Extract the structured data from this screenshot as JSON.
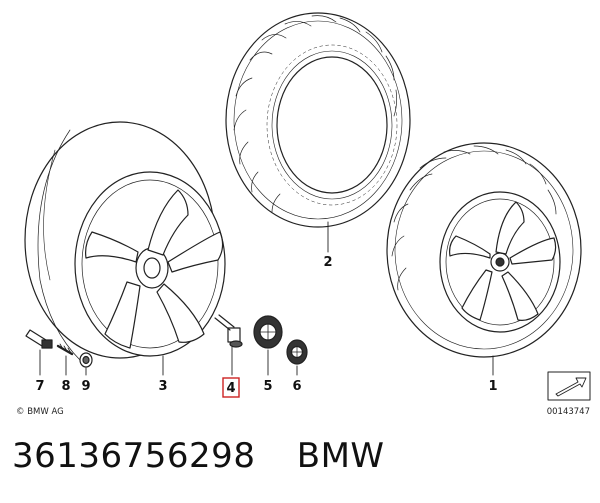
{
  "diagram": {
    "copyright": "© BMW AG",
    "drawing_number": "00143747",
    "callouts": [
      {
        "id": "1",
        "label": "1"
      },
      {
        "id": "2",
        "label": "2"
      },
      {
        "id": "3",
        "label": "3"
      },
      {
        "id": "4",
        "label": "4",
        "highlight_color": "#cc2222"
      },
      {
        "id": "5",
        "label": "5"
      },
      {
        "id": "6",
        "label": "6"
      },
      {
        "id": "7",
        "label": "7"
      },
      {
        "id": "8",
        "label": "8"
      },
      {
        "id": "9",
        "label": "9"
      }
    ]
  },
  "caption": {
    "part_number": "36136756298",
    "brand": "BMW"
  }
}
